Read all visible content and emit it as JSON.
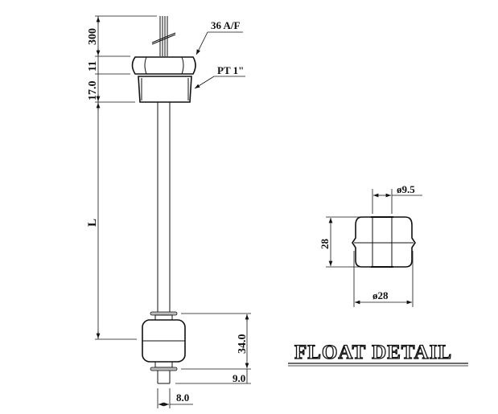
{
  "title": "FLOAT DETAIL",
  "sensor_dimensions": {
    "cable_length": "300",
    "nut_height": "11",
    "thread_height": "17.0",
    "stem_length": "L",
    "float_span": "34.0",
    "tip_length": "9.0",
    "stem_diameter": "8.0",
    "nut_size": "36 A/F",
    "thread_spec": "PT 1\""
  },
  "float_detail": {
    "bore_diameter": "ø9.5",
    "height": "28",
    "outer_diameter": "ø28"
  }
}
